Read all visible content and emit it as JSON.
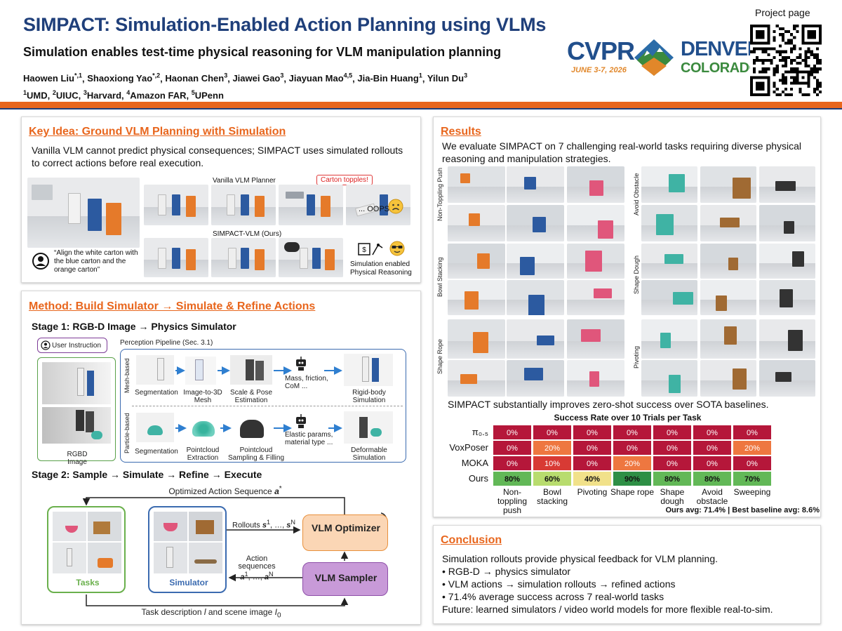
{
  "header": {
    "title": "SIMPACT: Simulation-Enabled Action Planning using VLMs",
    "subtitle": "Simulation enables test-time physical reasoning for VLM manipulation planning",
    "authors": [
      {
        "name": "Haowen Liu",
        "sup": "*,1"
      },
      {
        "name": "Shaoxiong Yao",
        "sup": "*,2"
      },
      {
        "name": "Haonan Chen",
        "sup": "3"
      },
      {
        "name": "Jiawei Gao",
        "sup": "3"
      },
      {
        "name": "Jiayuan Mao",
        "sup": "4,5"
      },
      {
        "name": "Jia-Bin Huang",
        "sup": "1"
      },
      {
        "name": "Yilun Du",
        "sup": "3"
      }
    ],
    "affiliations": [
      {
        "sup": "1",
        "name": "UMD"
      },
      {
        "sup": "2",
        "name": "UIUC"
      },
      {
        "sup": "3",
        "name": "Harvard"
      },
      {
        "sup": "4",
        "name": "Amazon FAR"
      },
      {
        "sup": "5",
        "name": "UPenn"
      }
    ],
    "conference": {
      "word": "CVPR",
      "dates": "JUNE 3-7, 2026",
      "city": "DENVER",
      "state": "COLORADO"
    },
    "project_label": "Project page",
    "colors": {
      "title": "#1f3f7a",
      "accent": "#e8661d",
      "cvpr_blue": "#214f8c",
      "colorado_green": "#3b8a3e"
    }
  },
  "key_idea": {
    "title": "Key Idea: Ground VLM Planning with Simulation",
    "text": "Vanilla VLM cannot predict physical consequences; SIMPACT uses simulated rollouts to correct actions before real execution.",
    "vanilla_label": "Vanilla VLM Planner",
    "topples_label": "Carton topples!",
    "oops_label": "... OOPS!",
    "ours_label": "SIMPACT-VLM (Ours)",
    "instruction": "“Align the white carton with the blue carton and the orange carton”",
    "reasoning_label": "Simulation enabled Physical Reasoning"
  },
  "method": {
    "title": "Method: Build Simulator → Simulate & Refine Actions",
    "stage1": "Stage 1: RGB-D Image → Physics Simulator",
    "user_instruction": "User Instruction",
    "perception_pipeline": "Perception Pipeline (Sec. 3.1)",
    "mesh_based": "Mesh-based",
    "particle_based": "Particle-based",
    "rgbd_image": "RGBD Image",
    "mesh_steps": [
      "Segmentation",
      "Image-to-3D Mesh",
      "Scale & Pose Estimation",
      "Mass, friction, CoM ...",
      "Rigid-body Simulation"
    ],
    "particle_steps": [
      "Segmentation",
      "Pointcloud Extraction",
      "Pointcloud Sampling & Filling",
      "Elastic params, material type ...",
      "Deformable Simulation"
    ],
    "stage2": "Stage 2: Sample → Simulate → Refine → Execute",
    "optimized_seq": "Optimized Action Sequence",
    "rollouts": "Rollouts",
    "action_sequences": "Action sequences",
    "vlm_optimizer": "VLM Optimizer",
    "vlm_sampler": "VLM Sampler",
    "tasks": "Tasks",
    "simulator": "Simulator",
    "task_description": "Task description"
  },
  "results": {
    "title": "Results",
    "text": "We evaluate SIMPACT on 7 challenging real-world tasks requiring diverse physical reasoning and manipulation strategies.",
    "row_labels_left": [
      "Non-Toppling Push",
      "Bowl Stacking",
      "Shape Rope"
    ],
    "row_labels_right": [
      "Avoid Obstacle",
      "Shape Dough",
      "Pivoting"
    ],
    "summary": "SIMPACT substantially improves zero-shot success over SOTA baselines.",
    "avg_line": "Ours avg: 71.4%   |   Best baseline avg: 8.6%"
  },
  "chart_data": {
    "type": "heatmap",
    "title": "Success Rate over 10 Trials per Task",
    "categories": [
      "Non-toppling push",
      "Bowl stacking",
      "Pivoting",
      "Shape rope",
      "Shape dough",
      "Avoid obstacle",
      "Sweeping"
    ],
    "series": [
      {
        "name": "π₀.₅",
        "values": [
          0,
          0,
          0,
          0,
          0,
          0,
          0
        ]
      },
      {
        "name": "VoxPoser",
        "values": [
          0,
          20,
          0,
          0,
          0,
          0,
          20
        ]
      },
      {
        "name": "MOKA",
        "values": [
          0,
          10,
          0,
          20,
          0,
          0,
          0
        ]
      },
      {
        "name": "Ours",
        "values": [
          80,
          60,
          40,
          90,
          80,
          80,
          70
        ]
      }
    ],
    "unit": "%"
  },
  "conclusion": {
    "title": "Conclusion",
    "intro": "Simulation rollouts provide physical feedback for VLM planning.",
    "bullets": [
      "• RGB-D → physics simulator",
      "• VLM actions → simulation rollouts → refined actions",
      "• 71.4% average success across 7 real-world tasks"
    ],
    "future": "Future: learned simulators / video world models for more flexible real-to-sim."
  }
}
